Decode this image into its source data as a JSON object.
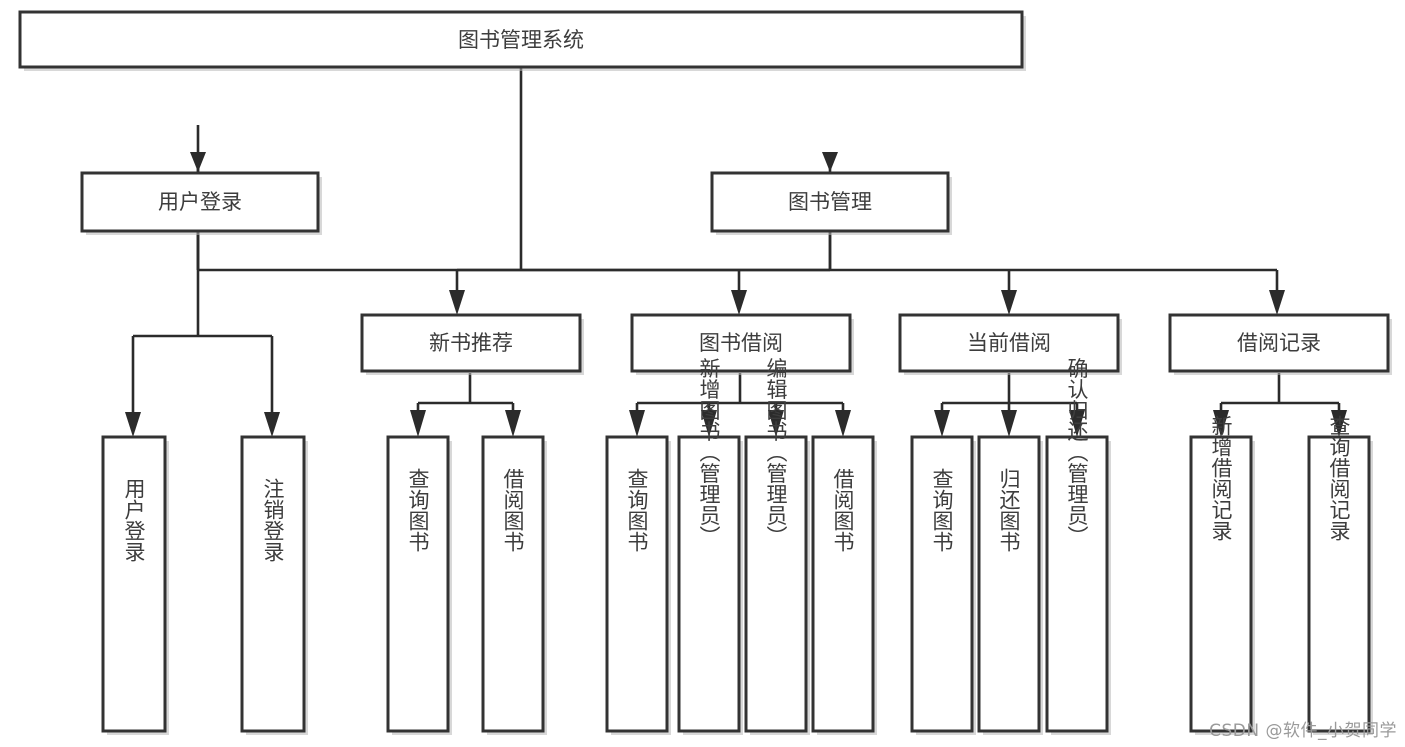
{
  "diagram": {
    "type": "tree",
    "title": "图书管理系统",
    "watermark": "CSDN @软件_小贺同学",
    "colors": {
      "background": "#ffffff",
      "box_border": "#333333",
      "box_fill": "#ffffff",
      "connector": "#2b2b2b",
      "text": "#3d3d3d",
      "watermark": "#9a9a9a"
    },
    "levels": {
      "root": "图书管理系统",
      "level2": [
        "用户登录",
        "图书管理"
      ],
      "level3": [
        "新书推荐",
        "图书借阅",
        "当前借阅",
        "借阅记录"
      ]
    },
    "nodes": {
      "root": {
        "label": "图书管理系统",
        "orientation": "horizontal"
      },
      "user_login": {
        "label": "用户登录",
        "orientation": "horizontal"
      },
      "book_manage": {
        "label": "图书管理",
        "orientation": "horizontal"
      },
      "new_book_rec": {
        "label": "新书推荐",
        "orientation": "horizontal"
      },
      "book_borrow": {
        "label": "图书借阅",
        "orientation": "horizontal"
      },
      "current_borrow": {
        "label": "当前借阅",
        "orientation": "horizontal"
      },
      "borrow_record": {
        "label": "借阅记录",
        "orientation": "horizontal"
      },
      "leaf_user_login": {
        "label": "用户登录",
        "orientation": "vertical"
      },
      "leaf_logout": {
        "label": "注销登录",
        "orientation": "vertical"
      },
      "leaf_query_book_1": {
        "label": "查询图书",
        "orientation": "vertical"
      },
      "leaf_borrow_book_1": {
        "label": "借阅图书",
        "orientation": "vertical"
      },
      "leaf_query_book_2": {
        "label": "查询图书",
        "orientation": "vertical"
      },
      "leaf_add_book": {
        "label": "新增图书（管理员）",
        "orientation": "vertical"
      },
      "leaf_edit_book": {
        "label": "编辑图书（管理员）",
        "orientation": "vertical"
      },
      "leaf_borrow_book_2": {
        "label": "借阅图书",
        "orientation": "vertical"
      },
      "leaf_query_book_3": {
        "label": "查询图书",
        "orientation": "vertical"
      },
      "leaf_return_book": {
        "label": "归还图书",
        "orientation": "vertical"
      },
      "leaf_confirm_return": {
        "label": "确认归还（管理员）",
        "orientation": "vertical"
      },
      "leaf_add_record": {
        "label": "新增借阅记录",
        "orientation": "vertical"
      },
      "leaf_query_record": {
        "label": "查询借阅记录",
        "orientation": "vertical"
      }
    },
    "edges": [
      {
        "from": "图书管理系统",
        "to": "用户登录"
      },
      {
        "from": "图书管理系统",
        "to": "图书管理"
      },
      {
        "from": "用户登录",
        "to": "用户登录"
      },
      {
        "from": "用户登录",
        "to": "注销登录"
      },
      {
        "from": "图书管理",
        "to": "新书推荐"
      },
      {
        "from": "图书管理",
        "to": "图书借阅"
      },
      {
        "from": "图书管理",
        "to": "当前借阅"
      },
      {
        "from": "图书管理",
        "to": "借阅记录"
      },
      {
        "from": "新书推荐",
        "to": "查询图书"
      },
      {
        "from": "新书推荐",
        "to": "借阅图书"
      },
      {
        "from": "图书借阅",
        "to": "查询图书"
      },
      {
        "from": "图书借阅",
        "to": "新增图书（管理员）"
      },
      {
        "from": "图书借阅",
        "to": "编辑图书（管理员）"
      },
      {
        "from": "图书借阅",
        "to": "借阅图书"
      },
      {
        "from": "当前借阅",
        "to": "查询图书"
      },
      {
        "from": "当前借阅",
        "to": "归还图书"
      },
      {
        "from": "当前借阅",
        "to": "确认归还（管理员）"
      },
      {
        "from": "借阅记录",
        "to": "新增借阅记录"
      },
      {
        "from": "借阅记录",
        "to": "查询借阅记录"
      }
    ]
  }
}
